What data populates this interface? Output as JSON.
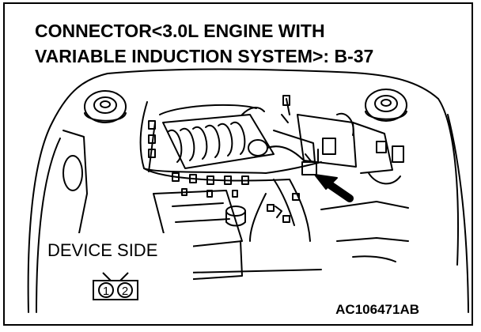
{
  "title": {
    "line1": "CONNECTOR<3.0L ENGINE WITH",
    "line2": "VARIABLE INDUCTION SYSTEM>: B-37"
  },
  "device_side": {
    "label": "DEVICE SIDE",
    "pins": [
      "1",
      "2"
    ]
  },
  "figure_code": "AC106471AB",
  "colors": {
    "ink": "#000000",
    "background": "#ffffff"
  }
}
